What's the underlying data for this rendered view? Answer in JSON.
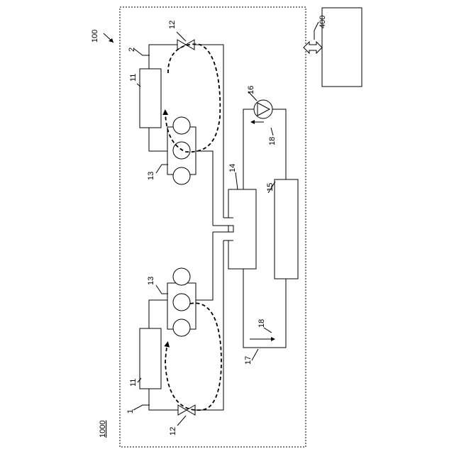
{
  "labels": {
    "system": "1000",
    "unit": "100",
    "controller": "400",
    "circuit_lower": "1",
    "circuit_upper": "2",
    "heat_exchanger_lower": "11",
    "heat_exchanger_upper": "11",
    "valve_lower": "12",
    "valve_upper": "12",
    "fans_lower": "13",
    "fans_upper": "13",
    "intermediate_hx": "14",
    "load_unit": "15",
    "pump": "16",
    "water_pipe": "17",
    "flow_upper": "18",
    "flow_lower": "18"
  }
}
